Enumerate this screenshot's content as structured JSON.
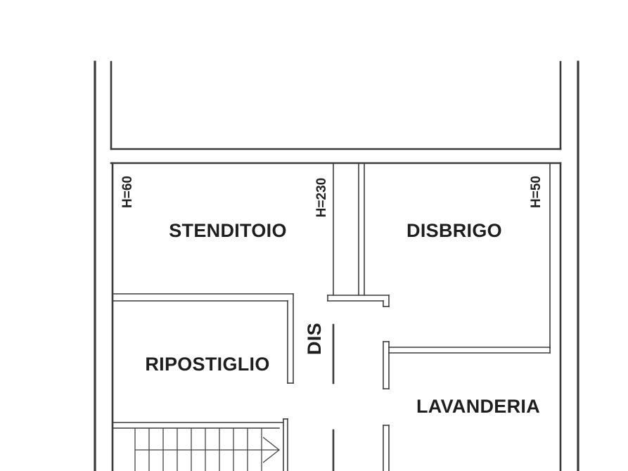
{
  "rooms": {
    "stenditoio": "STENDITOIO",
    "disbrigo": "DISBRIGO",
    "ripostiglio": "RIPOSTIGLIO",
    "lavanderia": "LAVANDERIA",
    "dis": "DIS"
  },
  "heights": {
    "stenditoio": "H=60",
    "corridor": "H=230",
    "disbrigo": "H=50"
  }
}
